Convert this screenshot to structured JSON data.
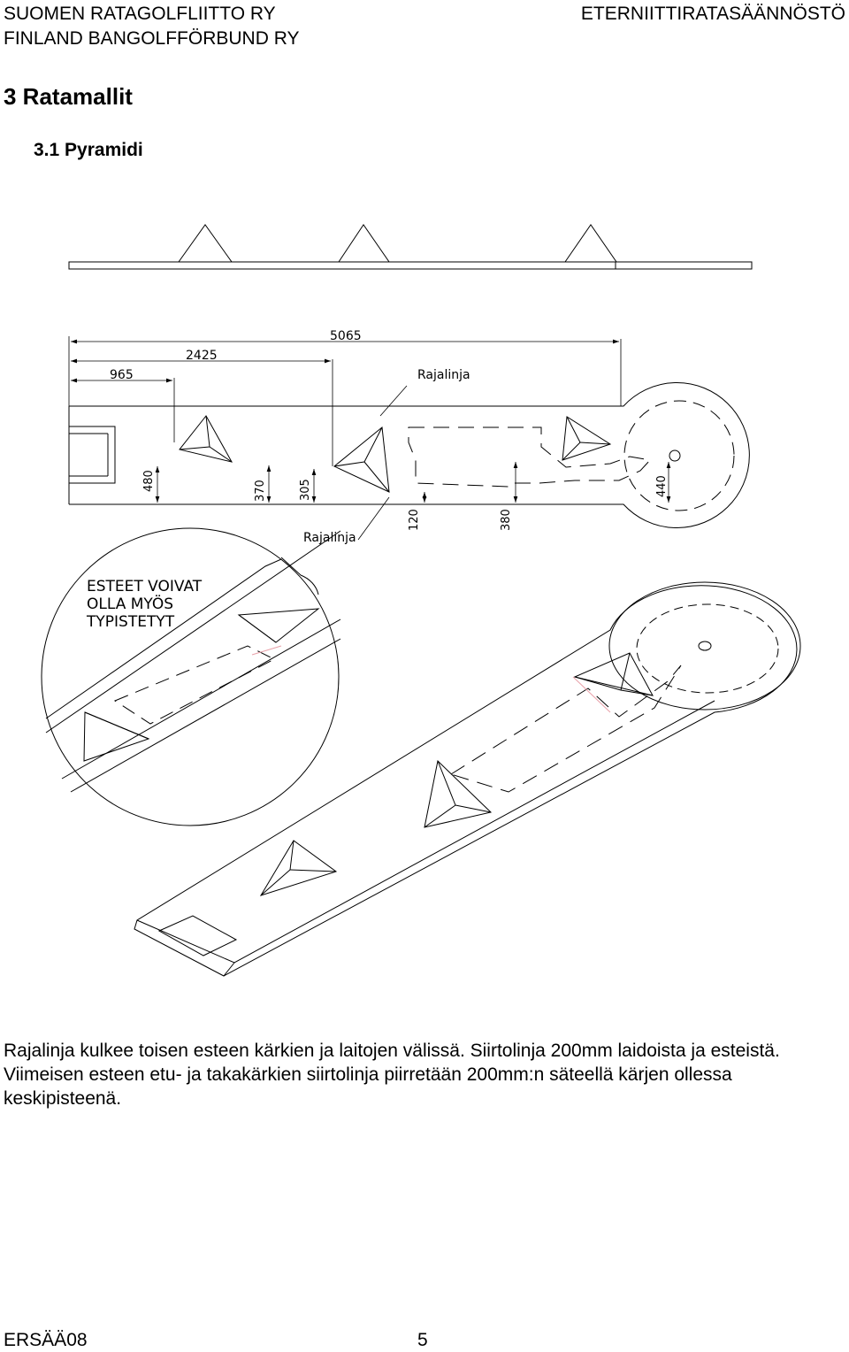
{
  "header": {
    "org_fi": "SUOMEN RATAGOLFLIITTO RY",
    "org_sv": "FINLAND BANGOLFFÖRBUND RY",
    "document": "ETERNIITTIRATASÄÄNNÖSTÖ"
  },
  "section": {
    "title": "3 Ratamallit",
    "subtitle": "3.1 Pyramidi"
  },
  "drawing": {
    "dimensions": {
      "d5065": "5065",
      "d2425": "2425",
      "d965": "965",
      "d480": "480",
      "d370": "370",
      "d305": "305",
      "d120": "120",
      "d380": "380",
      "d440": "440"
    },
    "rajalinja_top": "Rajalinja",
    "rajalinja_bottom": "Rajalinja",
    "note_lines": [
      "ESTEET VOIVAT",
      "OLLA MYÖS",
      "TYPISTETYT"
    ]
  },
  "body_text": "Rajalinja kulkee toisen esteen kärkien ja laitojen välissä. Siirtolinja 200mm laidoista ja esteistä. Viimeisen esteen etu- ja takakärkien siirtolinja piirretään 200mm:n säteellä kärjen ollessa keskipisteenä.",
  "footer": {
    "code": "ERSÄÄ08",
    "page": "5"
  }
}
